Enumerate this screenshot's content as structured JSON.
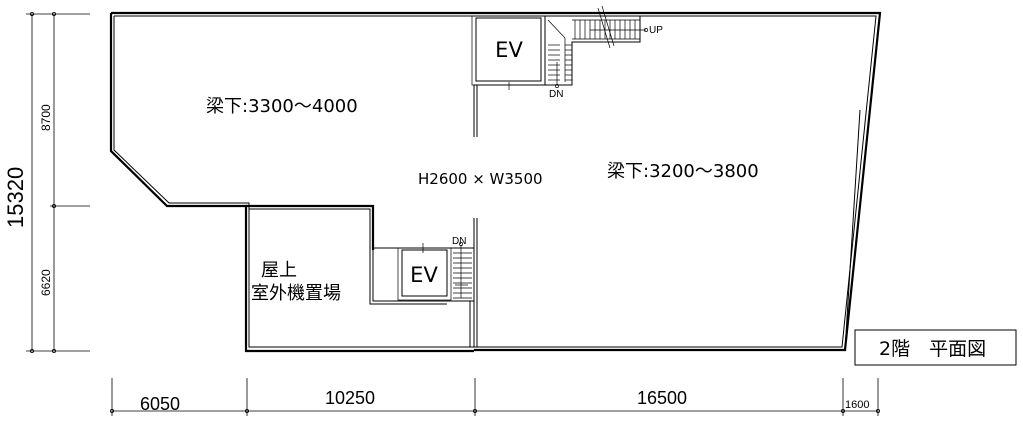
{
  "labels": {
    "beam_left": "梁下:3300～4000",
    "beam_right": "梁下:3200～3800",
    "opening": "H2600 × W3500",
    "ev_top": "EV",
    "ev_bottom": "EV",
    "up": "UP",
    "dn_top": "DN",
    "dn_bottom": "DN",
    "rooftop_line1": "屋上",
    "rooftop_line2": "室外機置場",
    "title": "2階　平面図"
  },
  "dimensions": {
    "overall_height": "15320",
    "upper_height": "8700",
    "lower_height": "6620",
    "width_1": "6050",
    "width_2": "10250",
    "width_3": "16500",
    "width_4": "1600"
  }
}
